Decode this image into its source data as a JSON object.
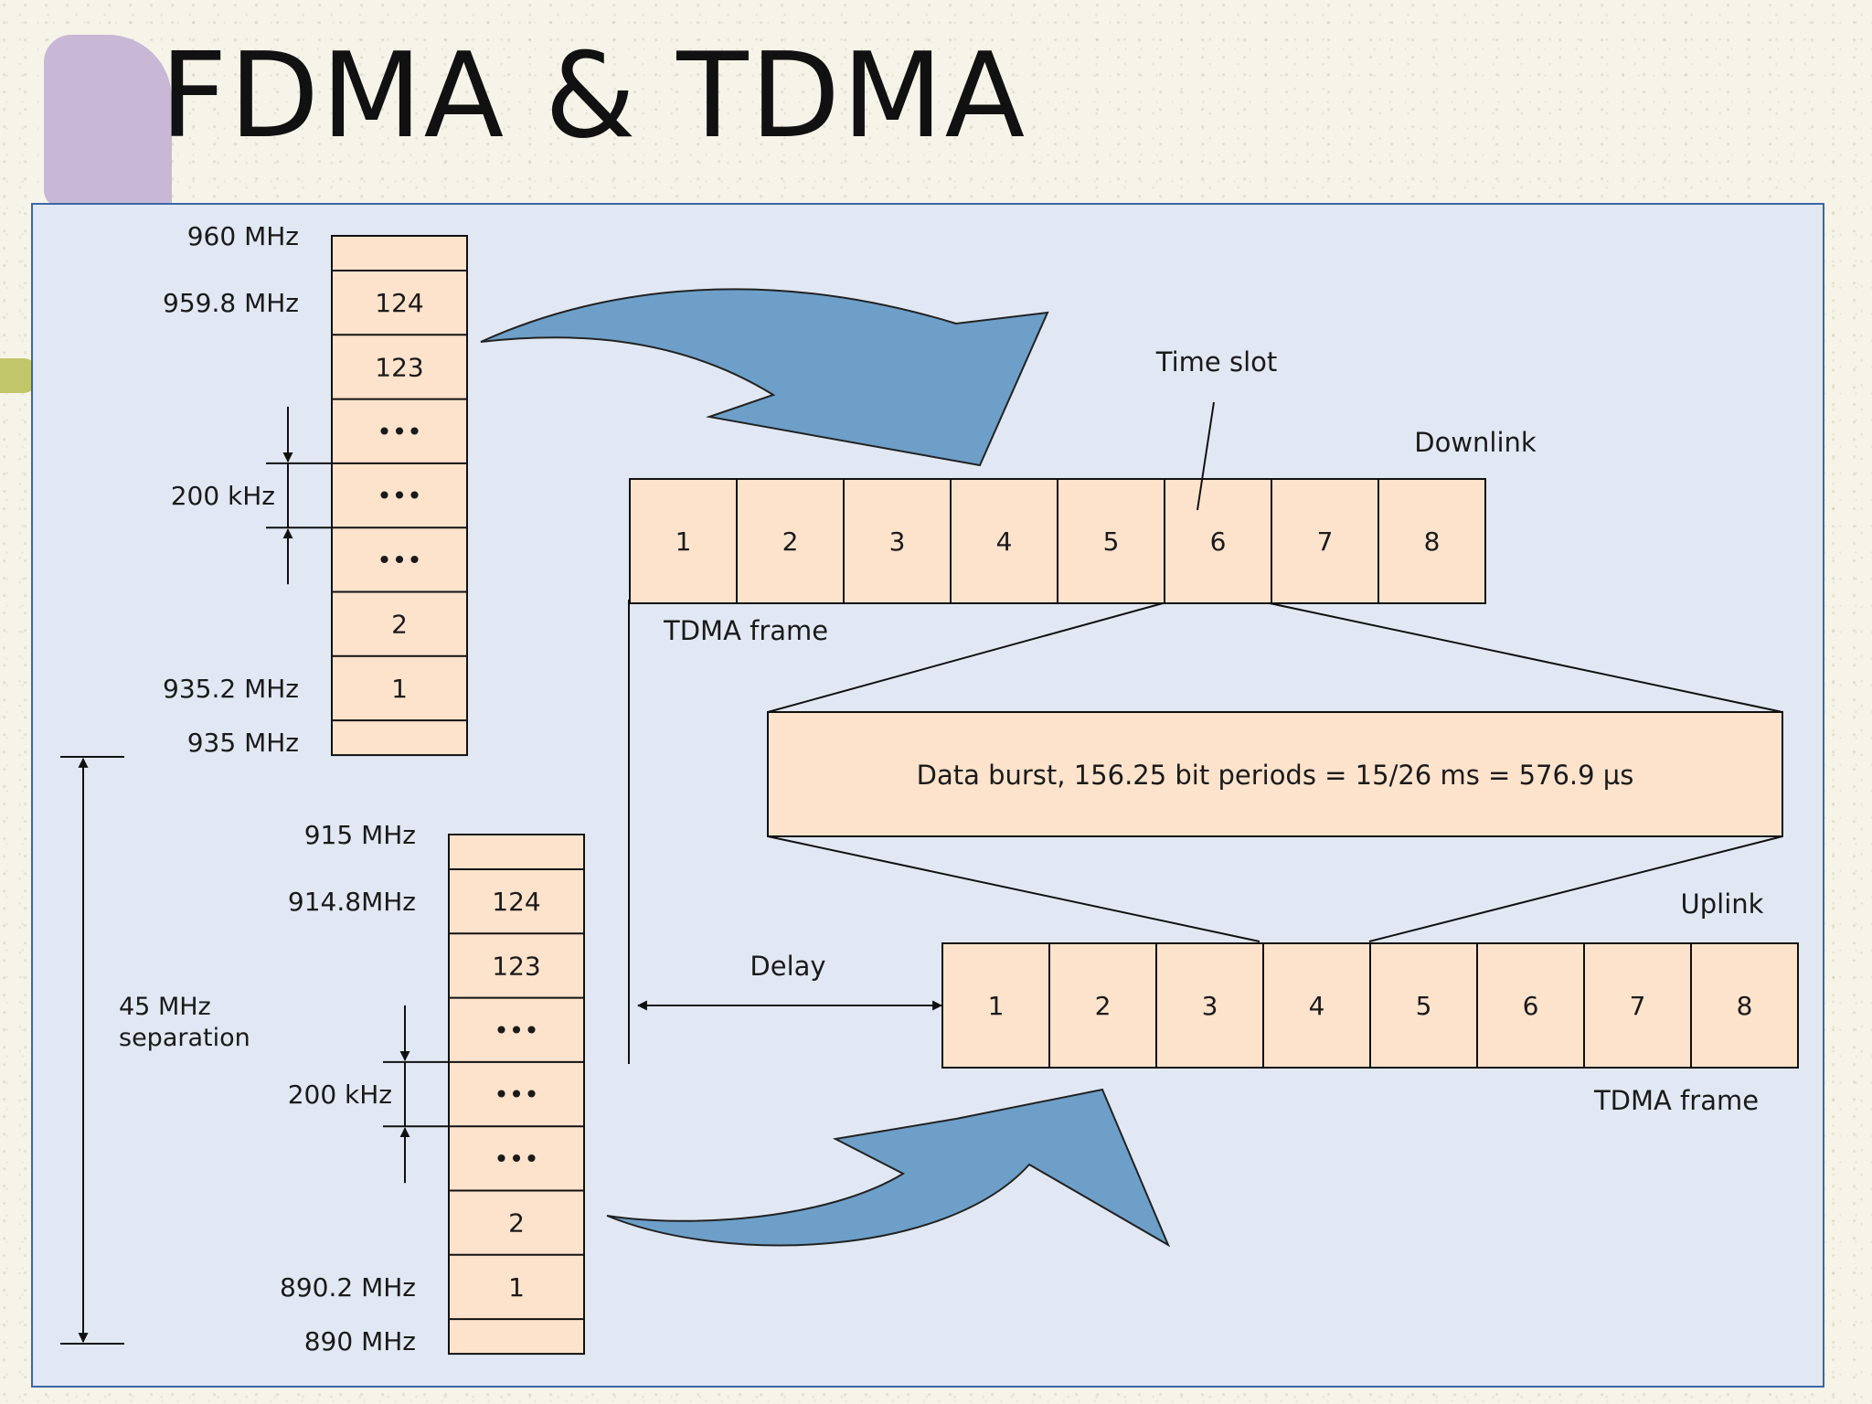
{
  "title": "FDMA & TDMA",
  "downlink_band": {
    "top_label": "960 MHz",
    "bottom_label": "935 MHz",
    "first_channel_label": "959.8 MHz",
    "last_channel_label": "935.2 MHz",
    "spacing_label": "200 kHz",
    "channels": [
      "124",
      "123",
      "•••",
      "•••",
      "•••",
      "2",
      "1"
    ]
  },
  "uplink_band": {
    "top_label": "915 MHz",
    "bottom_label": "890 MHz",
    "first_channel_label": "914.8MHz",
    "last_channel_label": "890.2 MHz",
    "spacing_label": "200 kHz",
    "channels": [
      "124",
      "123",
      "•••",
      "•••",
      "•••",
      "2",
      "1"
    ]
  },
  "separation_label": [
    "45 MHz",
    "separation"
  ],
  "downlink_frame": {
    "label": "Downlink",
    "frame_label": "TDMA frame",
    "slots": [
      "1",
      "2",
      "3",
      "4",
      "5",
      "6",
      "7",
      "8"
    ]
  },
  "uplink_frame": {
    "label": "Uplink",
    "frame_label": "TDMA frame",
    "slots": [
      "1",
      "2",
      "3",
      "4",
      "5",
      "6",
      "7",
      "8"
    ]
  },
  "time_slot_label": "Time slot",
  "data_burst_label": "Data burst, 156.25 bit periods = 15/26 ms = 576.9 µs",
  "delay_label": "Delay",
  "colors": {
    "cell_fill": "#fde3cc",
    "panel_bg": "#e2e8f3",
    "arrow_fill": "#6d9fc8",
    "line": "#111111"
  }
}
